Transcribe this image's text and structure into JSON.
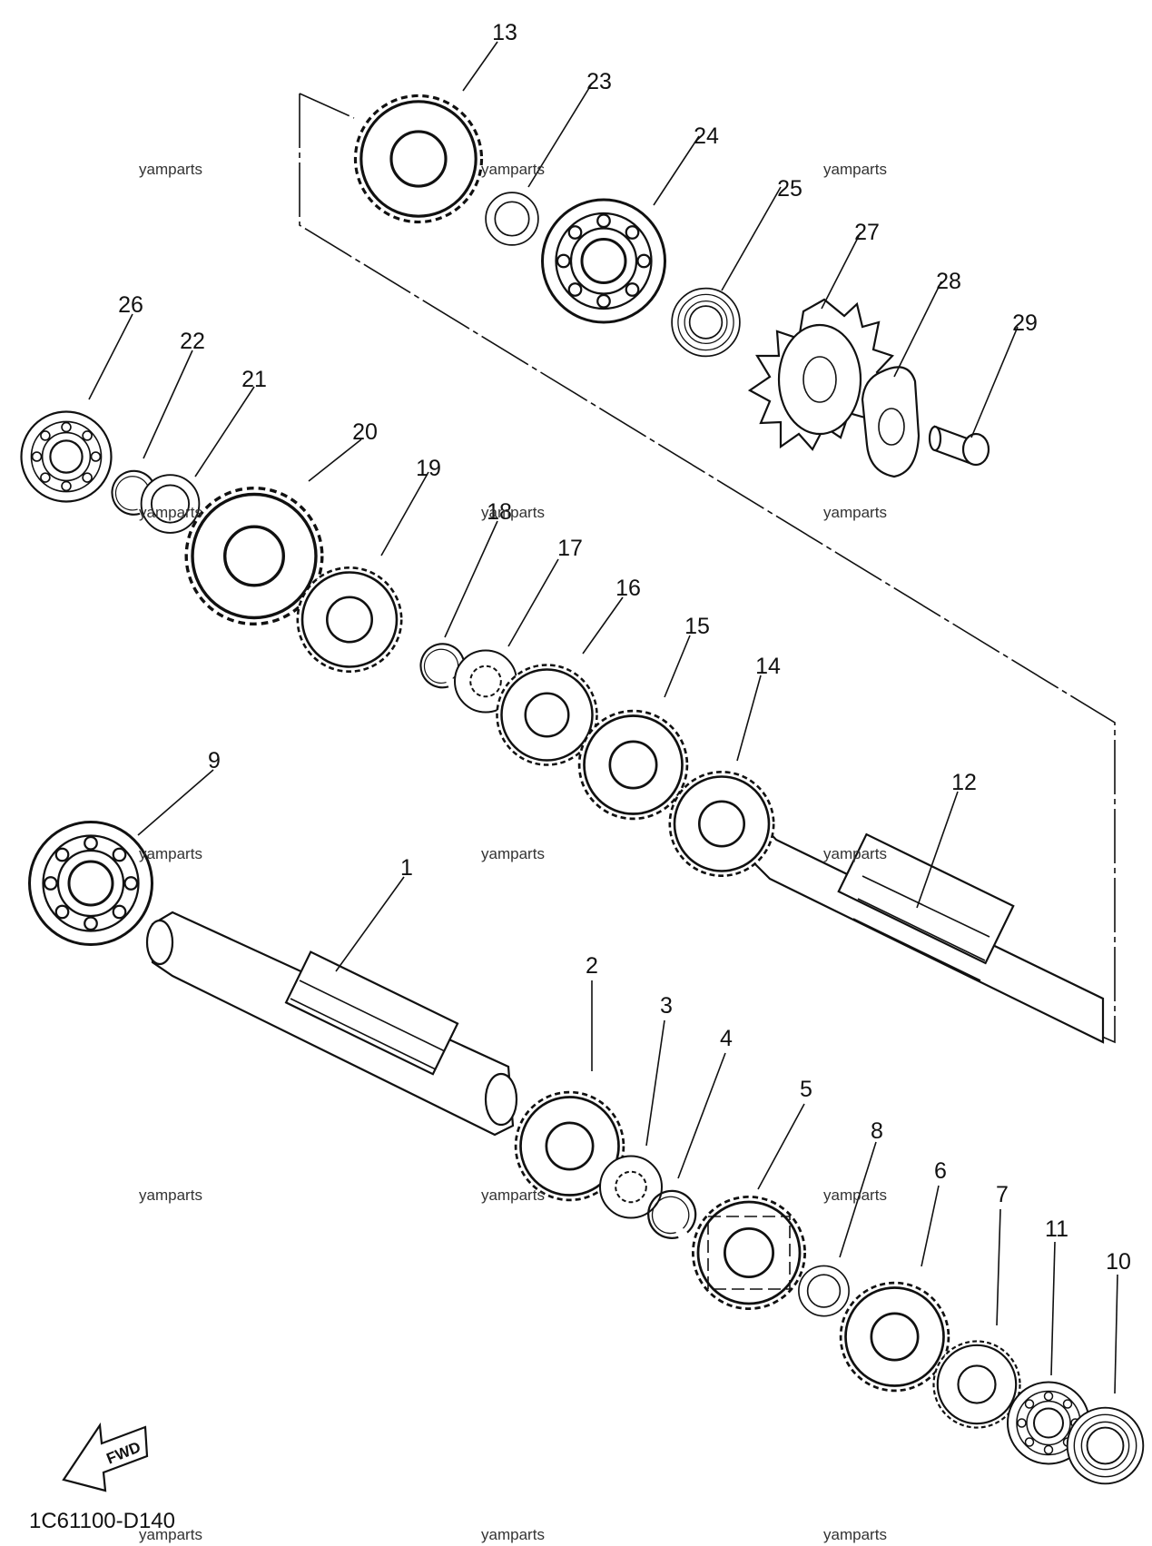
{
  "diagram": {
    "drawing_code": "1C61100-D140",
    "fwd_arrow_label": "FWD",
    "watermark_text": "yamparts",
    "part_callouts": [
      "1",
      "2",
      "3",
      "4",
      "5",
      "6",
      "7",
      "8",
      "9",
      "10",
      "11",
      "12",
      "13",
      "14",
      "15",
      "16",
      "17",
      "18",
      "19",
      "20",
      "21",
      "22",
      "23",
      "24",
      "25",
      "26",
      "27",
      "28",
      "29"
    ]
  }
}
